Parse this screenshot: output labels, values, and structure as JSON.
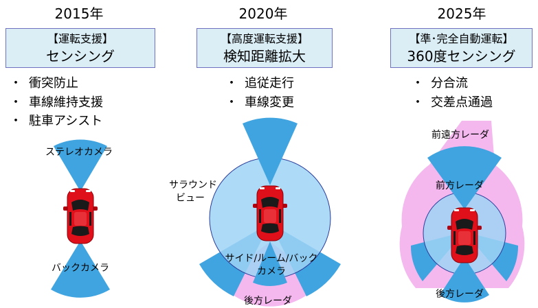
{
  "columns": [
    {
      "year": "2015年",
      "stage_title": "【運転支援】",
      "stage_subtitle": "センシング",
      "features": [
        "駐車アシスト",
        "車線維持支援",
        "衝突防止"
      ],
      "sensor_labels": {
        "front": "ステレオカメラ",
        "rear": "バックカメラ"
      }
    },
    {
      "year": "2020年",
      "stage_title": "【高度運転支援】",
      "stage_subtitle": "検知距離拡大",
      "features": [
        "追従走行",
        "車線変更"
      ],
      "sensor_labels": {
        "surround_line1": "サラウンド",
        "surround_line2": "ビュー",
        "side_line1": "サイド/ルーム/バック",
        "side_line2": "カメラ",
        "rear_radar": "後方レーダ"
      }
    },
    {
      "year": "2025年",
      "stage_title": "【準･完全自動運転】",
      "stage_subtitle": "360度センシング",
      "features": [
        "分合流",
        "交差点通過"
      ],
      "sensor_labels": {
        "far_front_radar": "前遠方レーダ",
        "front_radar": "前方レーダ",
        "rear_radar": "後方レーダ"
      }
    }
  ],
  "bullet": "・",
  "colors": {
    "stage_box_fill": "#dbeef6",
    "camera_fan": "#3fa4e0",
    "surround_circle": "#9fd3f4",
    "radar_fan": "#f4b8ef",
    "car_body": "#e0101a"
  }
}
